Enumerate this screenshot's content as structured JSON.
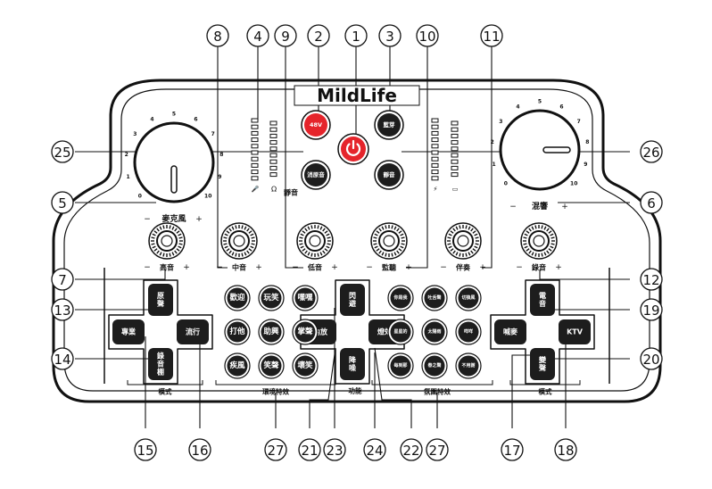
{
  "brand": "MildLife",
  "callouts": [
    "1",
    "2",
    "3",
    "4",
    "5",
    "6",
    "7",
    "8",
    "9",
    "10",
    "11",
    "12",
    "13",
    "14",
    "15",
    "16",
    "17",
    "18",
    "19",
    "20",
    "21",
    "22",
    "23",
    "24",
    "25",
    "26",
    "27"
  ],
  "knob_scale": [
    "0",
    "1",
    "2",
    "3",
    "4",
    "5",
    "6",
    "7",
    "8",
    "9",
    "10"
  ],
  "large_knobs": {
    "left_label": "麥克風",
    "right_label": "混響",
    "minus": "−",
    "plus": "+"
  },
  "small_knobs": [
    "高音",
    "中音",
    "低音",
    "監聽",
    "伴奏",
    "錄音"
  ],
  "top_buttons": {
    "phantom": "48V",
    "bluetooth": "藍芽",
    "remove_vocal": "消原音",
    "mute": "靜音"
  },
  "mute_caption": "靜音",
  "meter_symbols": [
    "🎤",
    "Ω",
    "⚡",
    "▭"
  ],
  "left_pad": {
    "up": "原聲",
    "left": "專業",
    "right": "流行",
    "down": "錄音棚"
  },
  "center_pad": {
    "up": "閃避",
    "left": "內放",
    "right": "燈效",
    "down": "降噪"
  },
  "right_pad": {
    "up": "電音",
    "left": "喊麥",
    "right": "KTV",
    "down": "變聲"
  },
  "scene_effects": [
    "歡迎",
    "玩笑",
    "嘿嘿",
    "打他",
    "助興",
    "掌聲",
    "疾風",
    "笑聲",
    "壞笑"
  ],
  "ambient_effects": [
    "你是我",
    "吐舌聲",
    "切換風",
    "星星的",
    "太陽雨",
    "咩咩",
    "每到那",
    "春之聲",
    "不用謝"
  ],
  "section_labels": {
    "mode_left": "模式",
    "scene": "環境特效",
    "function": "功能",
    "ambient": "氛圍特效",
    "mode_right": "模式"
  },
  "colors": {
    "ink": "#111111",
    "button": "#1d1d1d",
    "red": "#e5242b"
  }
}
